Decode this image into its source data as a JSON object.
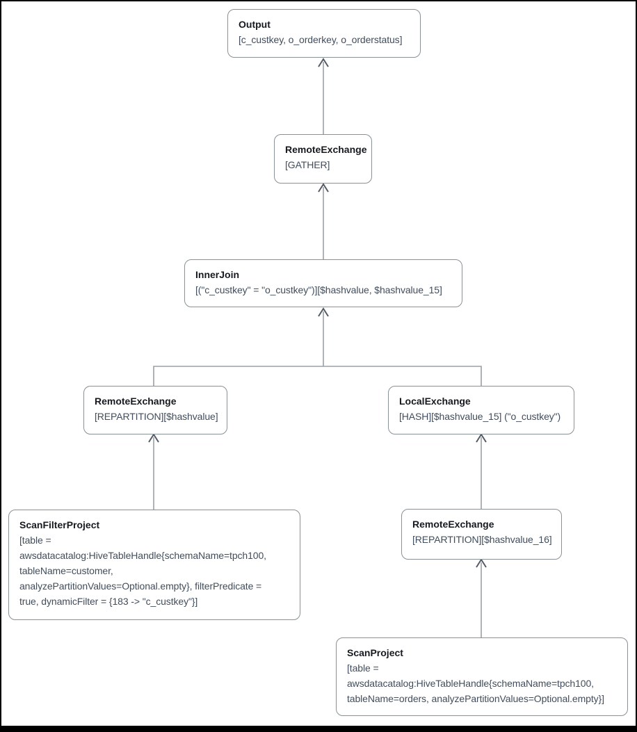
{
  "diagram": {
    "type": "query-plan-tree",
    "nodes": {
      "output": {
        "title": "Output",
        "detail": "[c_custkey, o_orderkey, o_orderstatus]"
      },
      "remote_exchange_gather": {
        "title": "RemoteExchange",
        "detail": "[GATHER]"
      },
      "inner_join": {
        "title": "InnerJoin",
        "detail": "[(\"c_custkey\" = \"o_custkey\")][$hashvalue, $hashvalue_15]"
      },
      "remote_exchange_repartition": {
        "title": "RemoteExchange",
        "detail": "[REPARTITION][$hashvalue]"
      },
      "local_exchange": {
        "title": "LocalExchange",
        "detail": "[HASH][$hashvalue_15] (\"o_custkey\")"
      },
      "scan_filter_project": {
        "title": "ScanFilterProject",
        "detail": "[table =\nawsdatacatalog:HiveTableHandle{schemaName=tpch100,\ntableName=customer,\nanalyzePartitionValues=Optional.empty}, filterPredicate =\ntrue, dynamicFilter = {183 -> \"c_custkey\"}]"
      },
      "remote_exchange_repartition_16": {
        "title": "RemoteExchange",
        "detail": "[REPARTITION][$hashvalue_16]"
      },
      "scan_project": {
        "title": "ScanProject",
        "detail": "[table =\nawsdatacatalog:HiveTableHandle{schemaName=tpch100,\ntableName=orders, analyzePartitionValues=Optional.empty}]"
      }
    },
    "edges": [
      {
        "from": "remote_exchange_gather",
        "to": "output"
      },
      {
        "from": "inner_join",
        "to": "remote_exchange_gather"
      },
      {
        "from": "remote_exchange_repartition",
        "to": "inner_join"
      },
      {
        "from": "local_exchange",
        "to": "inner_join"
      },
      {
        "from": "scan_filter_project",
        "to": "remote_exchange_repartition"
      },
      {
        "from": "remote_exchange_repartition_16",
        "to": "local_exchange"
      },
      {
        "from": "scan_project",
        "to": "remote_exchange_repartition_16"
      }
    ],
    "colors": {
      "background": "#ffffff",
      "frame_border": "#000000",
      "node_border": "#879196",
      "node_title_text": "#16191f",
      "node_detail_text": "#414d5c",
      "edge_line": "#9aa0a6",
      "arrowhead": "#545b64"
    }
  }
}
